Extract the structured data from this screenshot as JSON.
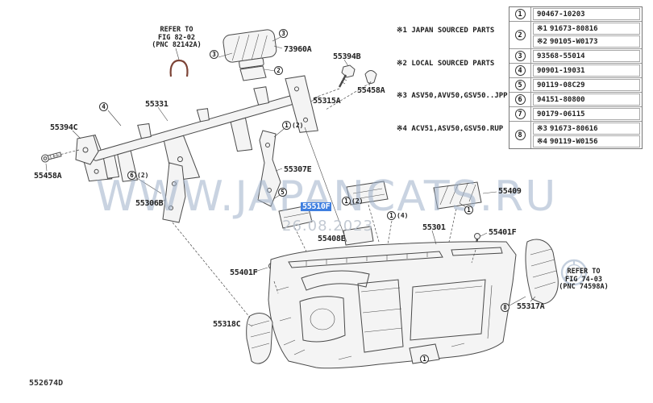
{
  "page": {
    "diagram_code": "552674D"
  },
  "notes": [
    "※1 JAPAN SOURCED PARTS",
    "※2 LOCAL SOURCED PARTS",
    "※3 ASV50,AVV50,GSV50..JPP",
    "※4 ACV51,ASV50,GSV50.RUP"
  ],
  "legend": {
    "rows": [
      {
        "num": "1",
        "parts": [
          {
            "prefix": "",
            "number": "90467-10203"
          }
        ]
      },
      {
        "num": "2",
        "parts": [
          {
            "prefix": "※1",
            "number": "91673-80816"
          },
          {
            "prefix": "※2",
            "number": "90105-W0173"
          }
        ]
      },
      {
        "num": "3",
        "parts": [
          {
            "prefix": "",
            "number": "93568-55014"
          }
        ]
      },
      {
        "num": "4",
        "parts": [
          {
            "prefix": "",
            "number": "90901-19031"
          }
        ]
      },
      {
        "num": "5",
        "parts": [
          {
            "prefix": "",
            "number": "90119-08C29"
          }
        ]
      },
      {
        "num": "6",
        "parts": [
          {
            "prefix": "",
            "number": "94151-80800"
          }
        ]
      },
      {
        "num": "7",
        "parts": [
          {
            "prefix": "",
            "number": "90179-06115"
          }
        ]
      },
      {
        "num": "8",
        "parts": [
          {
            "prefix": "※3",
            "number": "91673-80616"
          },
          {
            "prefix": "※4",
            "number": "90119-W0156"
          }
        ]
      }
    ]
  },
  "refer_notes": {
    "top": [
      "REFER TO",
      "FIG 82-02",
      "(PNC 82142A)"
    ],
    "bottom": [
      "REFER TO",
      "FIG 74-03",
      "(PNC 74598A)"
    ]
  },
  "part_labels": [
    {
      "text": "73960A"
    },
    {
      "text": "55394B"
    },
    {
      "text": "55315A"
    },
    {
      "text": "55458A"
    },
    {
      "text": "55331"
    },
    {
      "text": "55394C"
    },
    {
      "text": "55458A"
    },
    {
      "text": "55306B"
    },
    {
      "text": "55307E"
    },
    {
      "text": "55510F",
      "highlight": true
    },
    {
      "text": "55409"
    },
    {
      "text": "55301"
    },
    {
      "text": "55401F"
    },
    {
      "text": "55408E"
    },
    {
      "text": "55401F"
    },
    {
      "text": "55317A"
    },
    {
      "text": "55318C"
    }
  ],
  "callouts": [
    {
      "num": "3",
      "qty": ""
    },
    {
      "num": "3",
      "qty": ""
    },
    {
      "num": "2",
      "qty": ""
    },
    {
      "num": "4",
      "qty": ""
    },
    {
      "num": "6",
      "qty": "(2)"
    },
    {
      "num": "1",
      "qty": "(2)"
    },
    {
      "num": "5",
      "qty": ""
    },
    {
      "num": "1",
      "qty": "(2)"
    },
    {
      "num": "1",
      "qty": "(4)"
    },
    {
      "num": "1",
      "qty": ""
    },
    {
      "num": "8",
      "qty": ""
    },
    {
      "num": "1",
      "qty": ""
    }
  ],
  "watermark": {
    "text": "WWW.JAPANCATS.RU",
    "date": "26.08.2023"
  },
  "colors": {
    "highlight": "#3f7fe0",
    "line": "#4a4a4a",
    "watermark": "#9db0c9"
  }
}
